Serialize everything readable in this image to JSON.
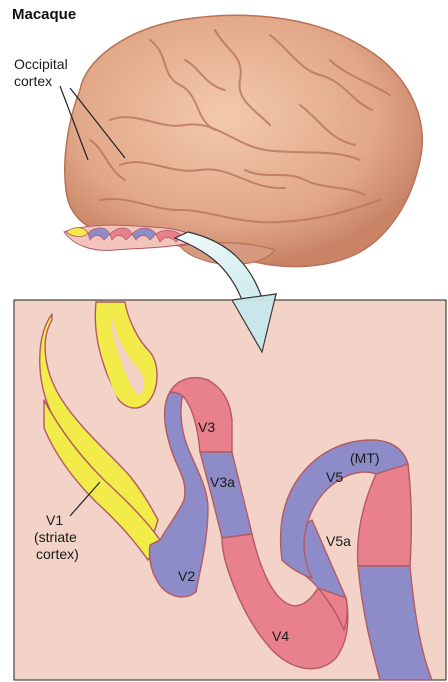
{
  "figure": {
    "title": "Macaque",
    "occipital_label": [
      "Occipital",
      "cortex"
    ],
    "area_labels": {
      "v1": [
        "V1",
        "(striate",
        "cortex)"
      ],
      "v2": "V2",
      "v3": "V3",
      "v3a": "V3a",
      "v4": "V4",
      "v5": "V5",
      "mt": "(MT)",
      "v5a": "V5a"
    },
    "colors": {
      "background": "#f3d3c8",
      "v1": "#f2ec4a",
      "blue_area": "#8e8cc8",
      "pink_area": "#e9818c",
      "outline": "#b35a62",
      "brain": "#e8b596"
    }
  }
}
